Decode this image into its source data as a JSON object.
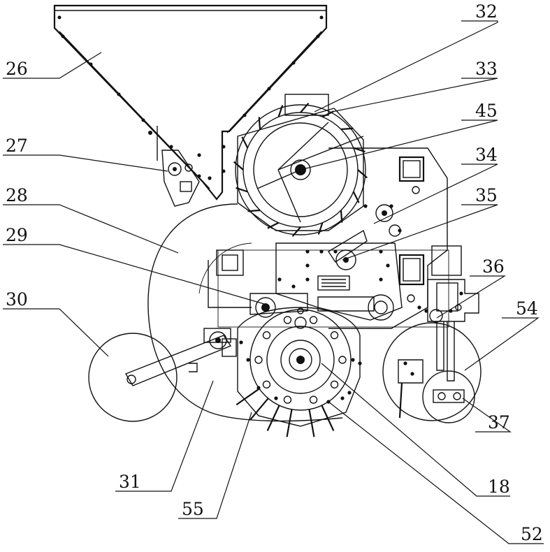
{
  "figure": {
    "labels": [
      "26",
      "27",
      "28",
      "29",
      "30",
      "31",
      "55",
      "32",
      "33",
      "45",
      "34",
      "35",
      "36",
      "54",
      "37",
      "18",
      "52"
    ]
  },
  "colors": {
    "line": "#111111",
    "background": "#ffffff"
  }
}
